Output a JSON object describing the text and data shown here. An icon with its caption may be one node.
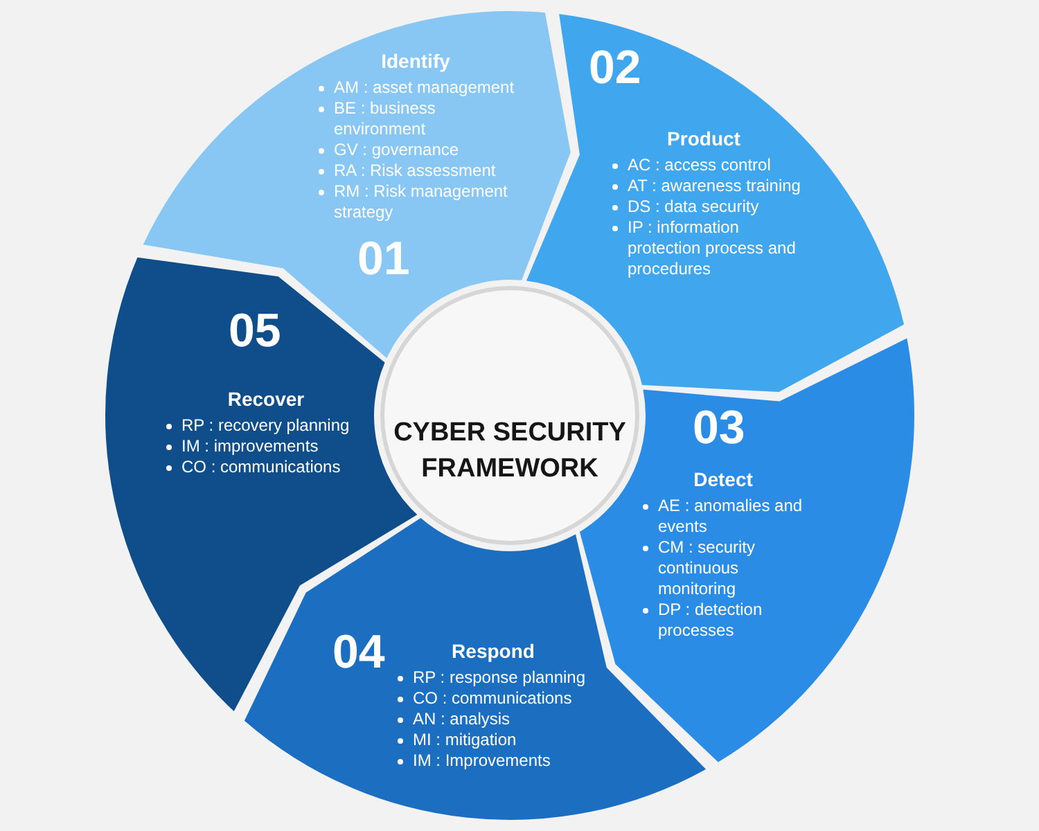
{
  "diagram": {
    "nodes": [
      {
        "text": [
          "Identify",
          "AM : asset management",
          "BE : business environment",
          "GV : governance",
          "RA : Risk assessment",
          "RM : Risk management strategy",
          "01"
        ]
      },
      {
        "text": [
          "02",
          "Product",
          "AC : access control",
          "AT : awareness training",
          "DS : data security",
          "IP : information protection process and procedures"
        ]
      },
      {
        "text": [
          "03",
          "Detect",
          "AE : anomalies and events",
          "CM : security continuous monitoring",
          "DP : detection processes"
        ]
      },
      {
        "text": [
          "04",
          "Respond",
          "RP : response planning",
          "CO : communications",
          "AN : analysis",
          "MI : mitigation",
          "IM : Improvements"
        ]
      },
      {
        "text": [
          "05",
          "Recover",
          "RP : recovery planning",
          "IM : improvements",
          "CO : communications"
        ]
      },
      {
        "text": [
          "CYBER SECURITY FRAMEWORK"
        ]
      }
    ]
  }
}
